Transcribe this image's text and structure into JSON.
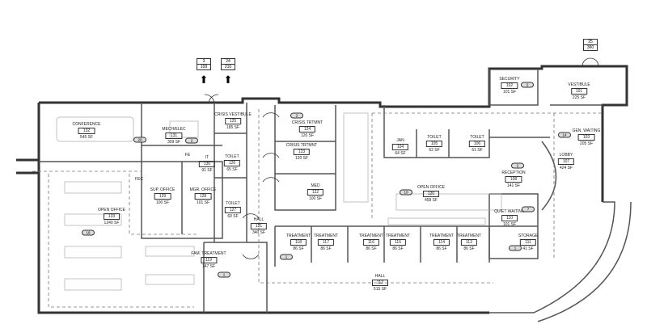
{
  "exit_tags": [
    {
      "top": "3",
      "bottom": "109"
    },
    {
      "top": "24",
      "bottom": "210"
    },
    {
      "top": "25",
      "bottom": "360"
    }
  ],
  "rooms": [
    {
      "name": "CONFERENCE",
      "number": "132",
      "area": "545 SF"
    },
    {
      "name": "MECH/ELEC",
      "number": "131",
      "area": "309 SF"
    },
    {
      "name": "CRISIS VESTIBULE",
      "number": "125",
      "area": "185 SF"
    },
    {
      "name": "IT",
      "number": "130",
      "area": "91 SF"
    },
    {
      "name": "TOILET",
      "number": "126",
      "area": "65 SF"
    },
    {
      "name": "SUP. OFFICE",
      "number": "129",
      "area": "100 SF"
    },
    {
      "name": "MGR. OFFICE",
      "number": "128",
      "area": "101 SF"
    },
    {
      "name": "TOILET",
      "number": "127",
      "area": "60 SF"
    },
    {
      "name": "HALL",
      "number": "121",
      "area": "340 SF"
    },
    {
      "name": "OPEN OFFICE",
      "number": "133",
      "area": "1240 SF"
    },
    {
      "name": "FAM. TREATMENT",
      "number": "119",
      "area": "147 SF"
    },
    {
      "name": "CRISIS TRTMNT",
      "number": "124",
      "area": "120 SF"
    },
    {
      "name": "CRISIS TRTMNT",
      "number": "123",
      "area": "120 SF"
    },
    {
      "name": "MED",
      "number": "122",
      "area": "100 SF"
    },
    {
      "name": "JAN",
      "number": "104",
      "area": "64 SF"
    },
    {
      "name": "TOILET",
      "number": "105",
      "area": "62 SF"
    },
    {
      "name": "TOILET",
      "number": "106",
      "area": "61 SF"
    },
    {
      "name": "OPEN OFFICE",
      "number": "120",
      "area": "458 SF"
    },
    {
      "name": "TREATMENT",
      "number": "118",
      "area": "86 SF"
    },
    {
      "name": "TREATMENT",
      "number": "117",
      "area": "86 SF"
    },
    {
      "name": "TREATMENT",
      "number": "116",
      "area": "86 SF"
    },
    {
      "name": "TREATMENT",
      "number": "115",
      "area": "86 SF"
    },
    {
      "name": "TREATMENT",
      "number": "114",
      "area": "86 SF"
    },
    {
      "name": "TREATMENT",
      "number": "113",
      "area": "86 SF"
    },
    {
      "name": "HALL",
      "number": "112",
      "area": "515 SF"
    },
    {
      "name": "SECURITY",
      "number": "102",
      "area": "101 SF"
    },
    {
      "name": "VESTIBULE",
      "number": "101",
      "area": "225 SF"
    },
    {
      "name": "GEN. WAITING",
      "number": "103",
      "area": "205 SF"
    },
    {
      "name": "LOBBY",
      "number": "107",
      "area": "424 SF"
    },
    {
      "name": "RECEPTION",
      "number": "108",
      "area": "141 SF"
    },
    {
      "name": "QUIET WAITING",
      "number": "110",
      "area": "101 SF"
    },
    {
      "name": "STORAGE",
      "number": "111",
      "area": "41 SF"
    }
  ],
  "occupancy_tags": [
    "20",
    "2",
    "18",
    "10",
    "2",
    "2",
    "14",
    "2",
    "7",
    "1",
    "1",
    "1"
  ],
  "notes": {
    "fec": "FEC",
    "fe": "FE"
  }
}
